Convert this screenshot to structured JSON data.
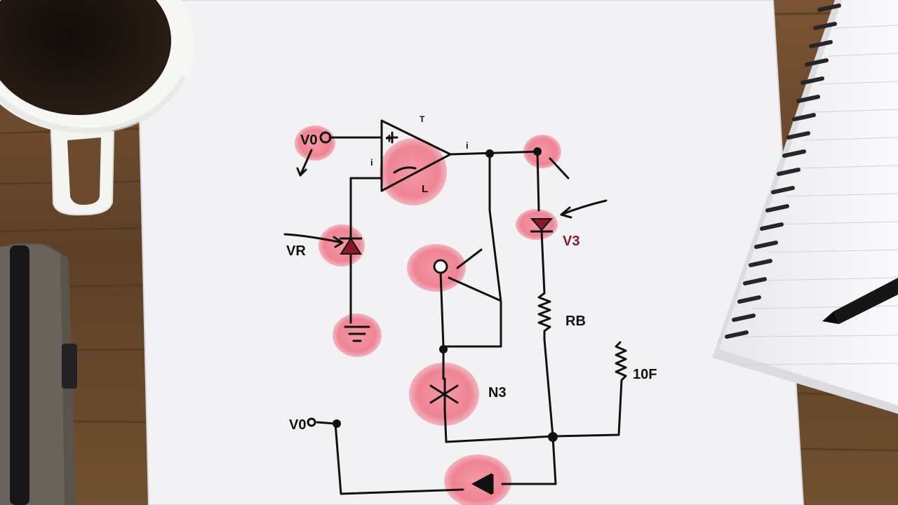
{
  "scene": {
    "description_labels": {
      "opamp_plus": "+",
      "opamp_minus": "L",
      "opamp_top": "T",
      "opamp_right_mark": "i",
      "opamp_left_mark": "i"
    },
    "labels": {
      "input_top": "V0",
      "diode_left": "VR",
      "diode_right": "V3",
      "resistor_mid": "RB",
      "resistor_right": "10F",
      "transistor": "N3",
      "input_bottom": "V0"
    }
  },
  "colors": {
    "table_wood": "#6b4a2e",
    "paper": "#f4f4f6",
    "ink": "#111111",
    "highlight": "#ef7f8f",
    "label_red": "#8a1a2a",
    "mug_inner": "#1c1410",
    "mug_body": "#f6f6f4",
    "notebook_page": "#f7f7f9",
    "spiral": "#2b2b2b",
    "wallet": "#5a534c"
  }
}
